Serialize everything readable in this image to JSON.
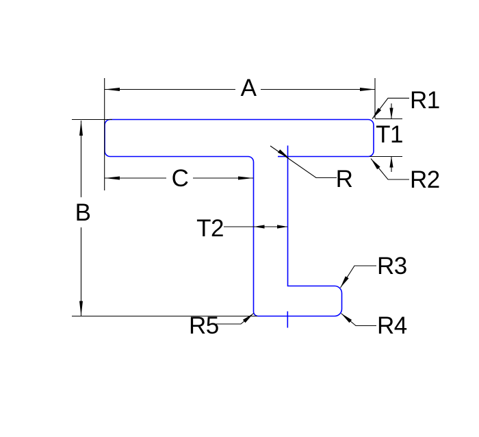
{
  "labels": {
    "A": "A",
    "B": "B",
    "C": "C",
    "T1": "T1",
    "T2": "T2",
    "R": "R",
    "R1": "R1",
    "R2": "R2",
    "R3": "R3",
    "R4": "R4",
    "R5": "R5"
  },
  "colors": {
    "profile_outline": "#0000ff",
    "dimension": "#000000",
    "hatch": "#000000",
    "background": "#ffffff"
  }
}
